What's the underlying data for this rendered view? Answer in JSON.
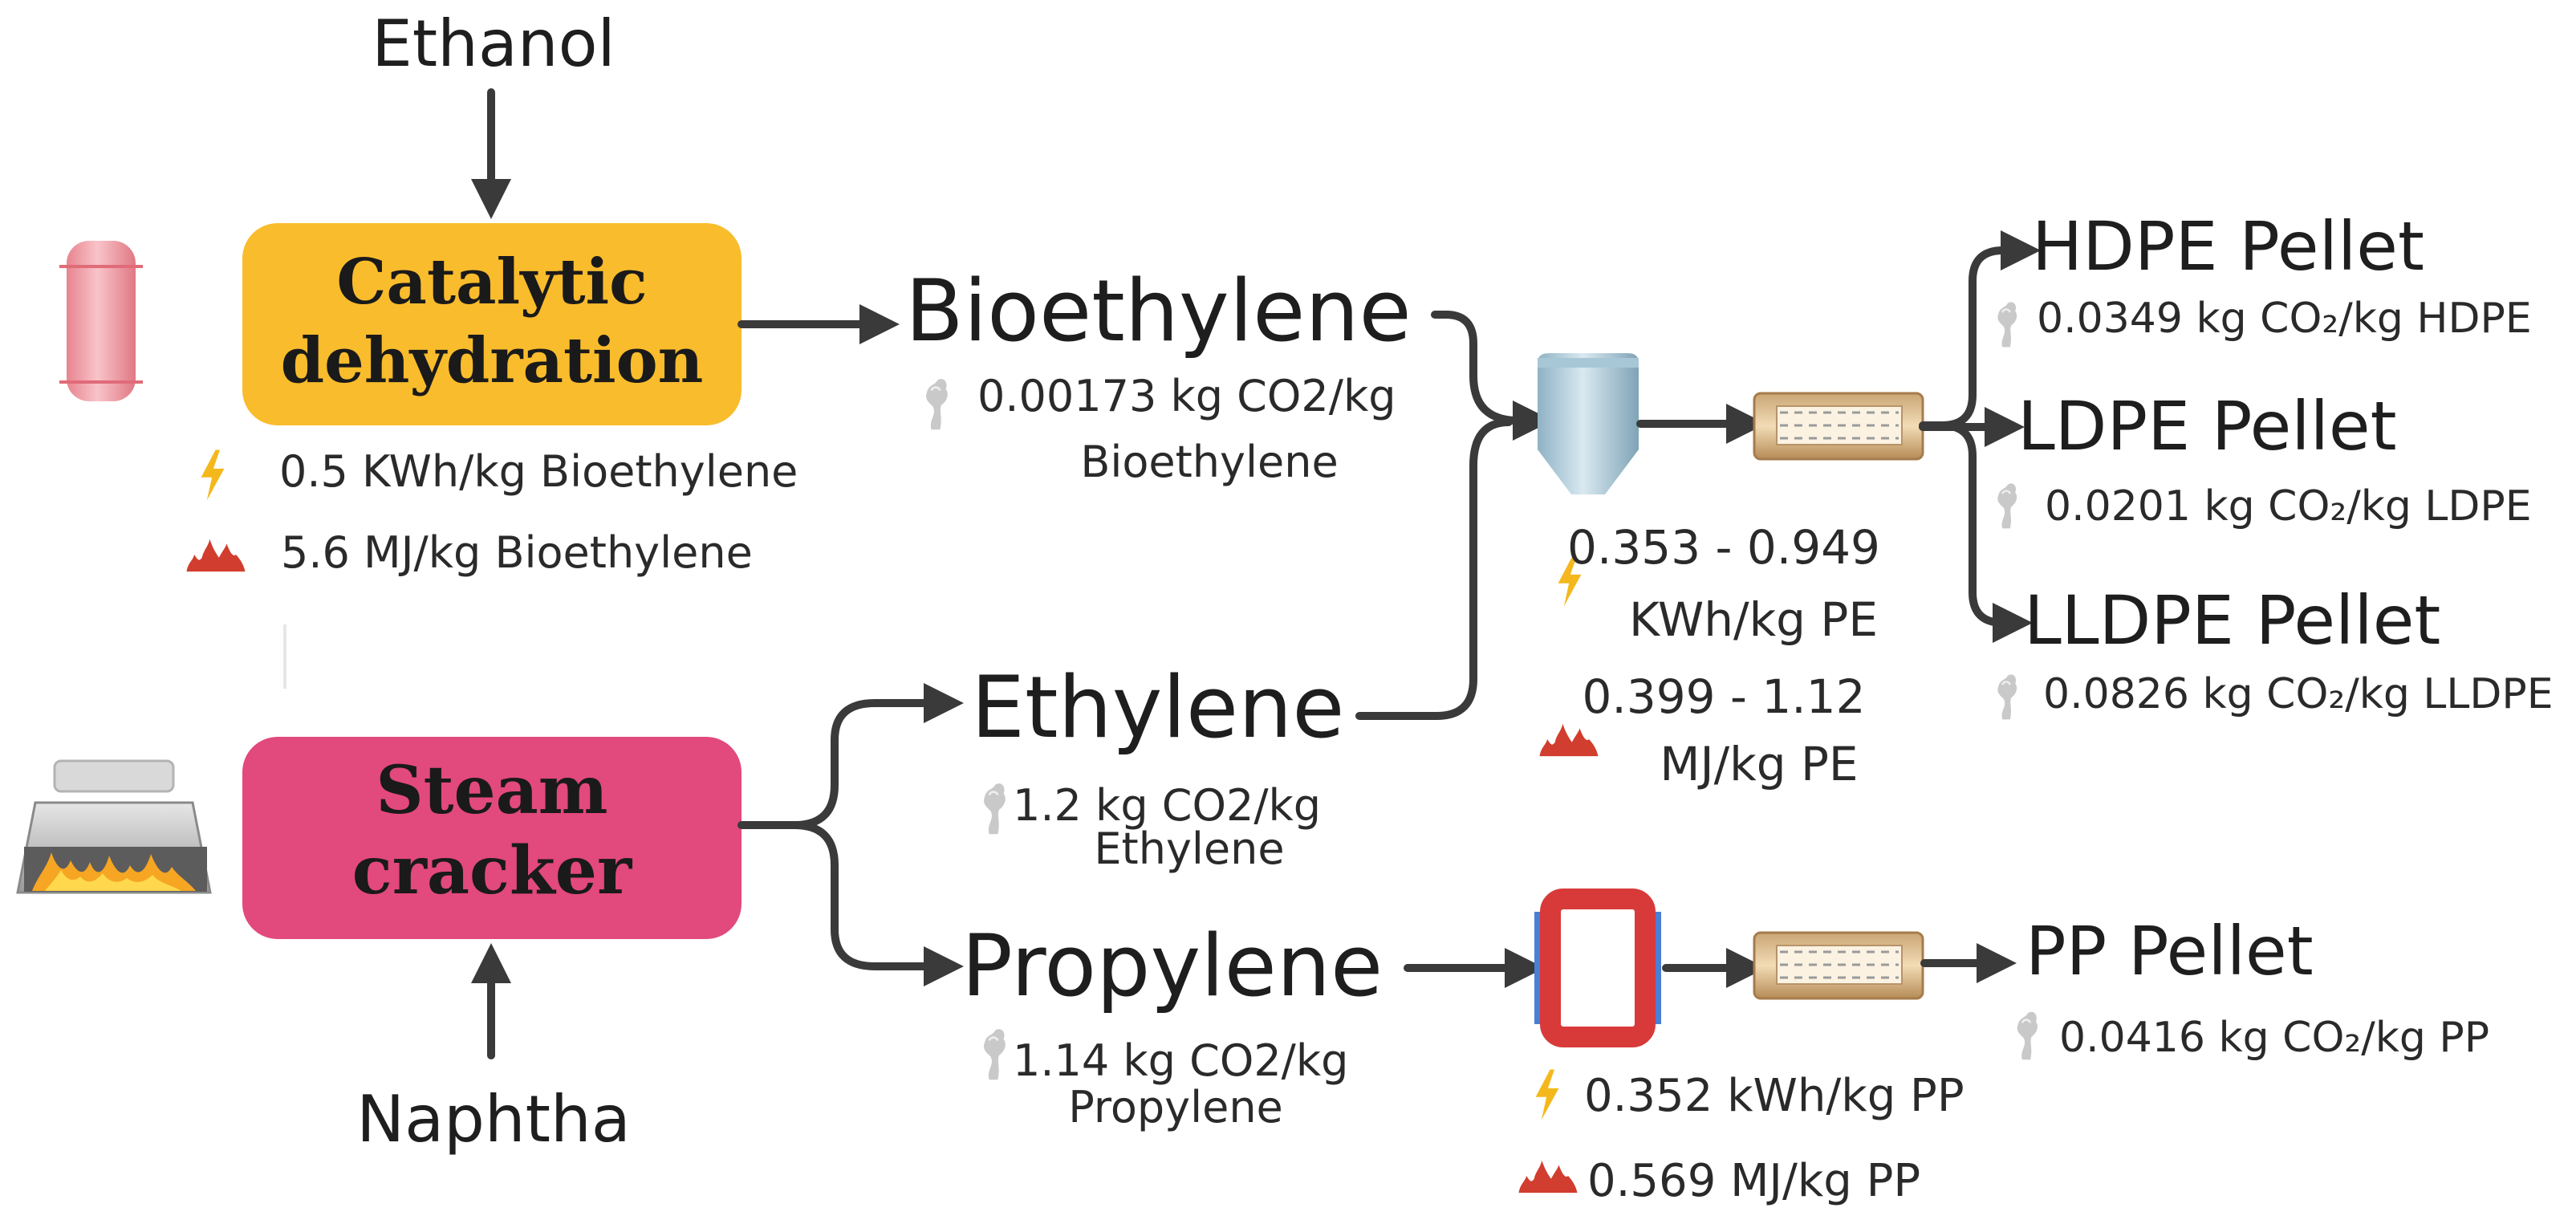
{
  "colors": {
    "catalytic_box": "#f9bc2c",
    "steam_box": "#e2497d",
    "arrow": "#3a3a3a",
    "bolt": "#f4b81c",
    "flame": "#d13d2e",
    "co2_icon": "#c9c9c9"
  },
  "inputs": {
    "ethanol": "Ethanol",
    "naphtha": "Naphtha"
  },
  "process_boxes": {
    "catalytic": {
      "line1": "Catalytic",
      "line2": "dehydration"
    },
    "steam": {
      "line1": "Steam",
      "line2": "cracker"
    }
  },
  "catalytic_energy": {
    "electricity": "0.5 KWh/kg Bioethylene",
    "heat": "5.6 MJ/kg Bioethylene"
  },
  "products": {
    "bioethylene": {
      "name": "Bioethylene",
      "co2_line1": "0.00173 kg CO2/kg",
      "co2_line2": "Bioethylene"
    },
    "ethylene": {
      "name": "Ethylene",
      "co2_line1": "1.2 kg CO2/kg",
      "co2_line2": "Ethylene"
    },
    "propylene": {
      "name": "Propylene",
      "co2_line1": "1.14 kg CO2/kg",
      "co2_line2": "Propylene"
    }
  },
  "pe_energy": {
    "electricity_line1": "0.353 - 0.949",
    "electricity_line2": "KWh/kg PE",
    "heat_line1": "0.399 - 1.12",
    "heat_line2": "MJ/kg PE"
  },
  "pp_energy": {
    "electricity": "0.352 kWh/kg PP",
    "heat": "0.569 MJ/kg PP"
  },
  "pellets": {
    "hdpe": {
      "name": "HDPE Pellet",
      "co2": "0.0349 kg CO₂/kg HDPE"
    },
    "ldpe": {
      "name": "LDPE Pellet",
      "co2": "0.0201 kg CO₂/kg LDPE"
    },
    "lldpe": {
      "name": "LLDPE Pellet",
      "co2": "0.0826 kg CO₂/kg LLDPE"
    },
    "pp": {
      "name": "PP Pellet",
      "co2": "0.0416 kg CO₂/kg PP"
    }
  },
  "icons": [
    "reactor-column-icon",
    "furnace-icon",
    "lightning-bolt-icon",
    "flame-icon",
    "co2-smoke-icon",
    "silo-icon",
    "extruder-icon",
    "reactor-frame-icon"
  ]
}
